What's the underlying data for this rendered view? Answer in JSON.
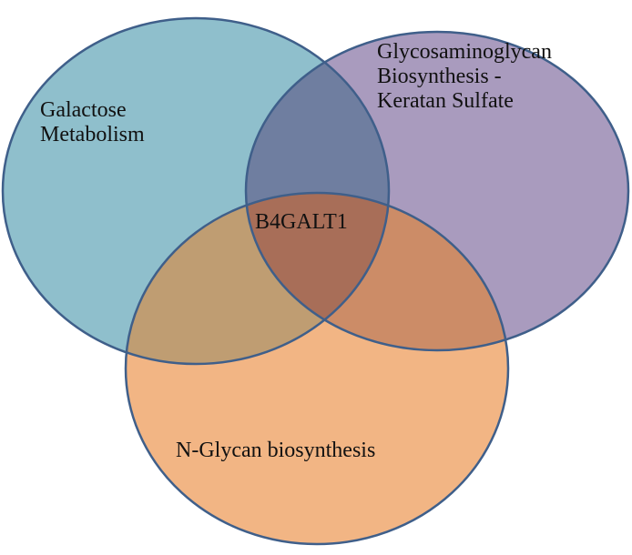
{
  "diagram": {
    "type": "venn-3",
    "sets": [
      {
        "key": "galactose",
        "label": "Galactose\nMetabolism",
        "color": "#8fbfcc"
      },
      {
        "key": "gag",
        "label": "Glycosaminoglycan\nBiosynthesis  -\nKeratan Sulfate",
        "color": "#a99bbe"
      },
      {
        "key": "nglycan",
        "label": "N-Glycan biosynthesis",
        "color": "#f2b584"
      }
    ],
    "intersection_label": "B4GALT1",
    "colors": {
      "stroke": "#3f5f8a",
      "gal_gag": "#6f7ea0",
      "gal_ngly": "#bf9d72",
      "gag_ngly": "#cc8c67",
      "center": "#a86e58"
    }
  }
}
